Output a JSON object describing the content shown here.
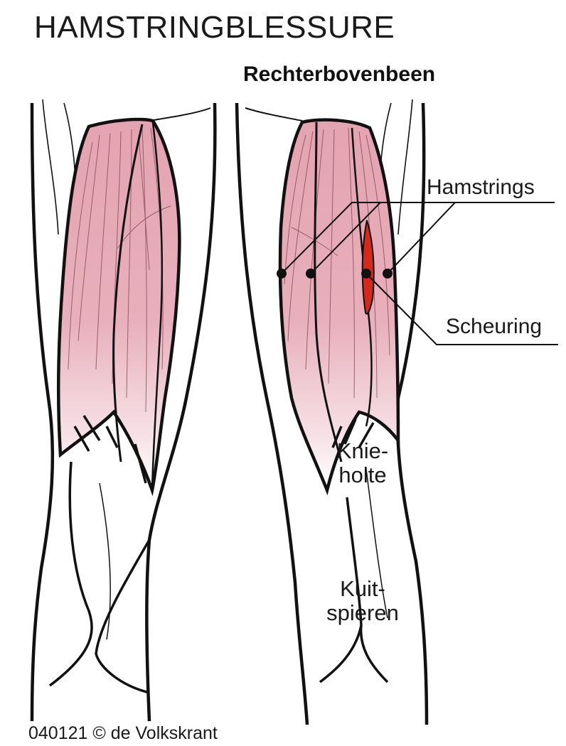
{
  "header": {
    "title": "HAMSTRINGBLESSURE",
    "subtitle": "Rechterbovenbeen"
  },
  "labels": {
    "hamstrings": "Hamstrings",
    "scheuring": "Scheuring",
    "knieholte_line1": "Knie-",
    "knieholte_line2": "holte",
    "kuitspieren_line1": "Kuit-",
    "kuitspieren_line2": "spieren"
  },
  "footer": {
    "credit": "040121 © de Volkskrant"
  },
  "colors": {
    "muscle": "#e4a7b4",
    "muscle_light": "#f7e6ea",
    "tear": "#d42a1e",
    "outline": "#111111"
  }
}
